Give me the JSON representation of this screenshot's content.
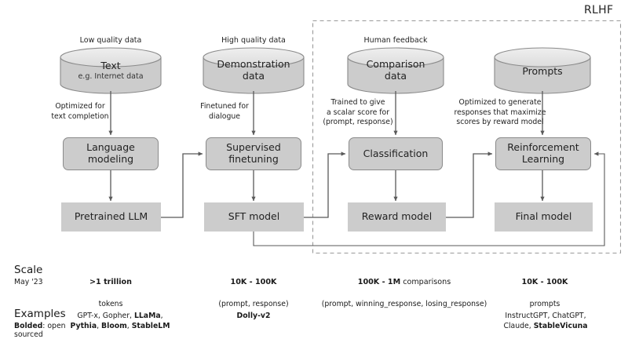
{
  "diagram": {
    "rlhf_title": "RLHF",
    "columns": [
      {
        "top_label": "Low quality data",
        "source": {
          "title": "Text",
          "subtitle": "e.g. Internet data"
        },
        "arrow_caption": "Optimized for\ntext completion",
        "process": "Language\nmodeling",
        "model": "Pretrained LLM"
      },
      {
        "top_label": "High quality data",
        "source": {
          "title": "Demonstration\ndata",
          "subtitle": ""
        },
        "arrow_caption": "Finetuned for\ndialogue",
        "process": "Supervised\nfinetuning",
        "model": "SFT model"
      },
      {
        "top_label": "Human feedback",
        "source": {
          "title": "Comparison\ndata",
          "subtitle": ""
        },
        "arrow_caption": "Trained to give\na scalar score for\n(prompt, response)",
        "process": "Classification",
        "model": "Reward model"
      },
      {
        "top_label": "",
        "source": {
          "title": "Prompts",
          "subtitle": ""
        },
        "arrow_caption": "Optimized to generate\nresponses that maximize\nscores by reward model",
        "process": "Reinforcement\nLearning",
        "model": "Final model"
      }
    ],
    "scale_row": {
      "heading": "Scale",
      "subheading": "May '23",
      "cells": [
        {
          "bold": ">1 trillion",
          "plain": "",
          "line2": "tokens"
        },
        {
          "bold": "10K - 100K",
          "plain": "",
          "line2": "(prompt, response)"
        },
        {
          "bold": "100K - 1M",
          "plain": " comparisons",
          "line2": "(prompt, winning_response, losing_response)"
        },
        {
          "bold": "10K - 100K",
          "plain": "",
          "line2": "prompts"
        }
      ]
    },
    "examples_row": {
      "heading": "Examples",
      "sub_bold": "Bolded",
      "sub_rest": ": open sourced",
      "cells": [
        {
          "html": "GPT-x, Gopher, <b>LLaMa</b>,\n<b>Pythia</b>, <b>Bloom</b>, <b>StableLM</b>"
        },
        {
          "html": "<b>Dolly-v2</b>"
        },
        {
          "html": ""
        },
        {
          "html": "InstructGPT, ChatGPT,\nClaude, <b>StableVicuna</b>"
        }
      ]
    },
    "colors": {
      "node_fill": "#cccccc",
      "node_stroke": "#8a8a8a",
      "cylinder_top": "#e3e3e3",
      "arrow": "#595959",
      "dashed_box": "#9a9a9a",
      "text": "#1a1a1a"
    }
  }
}
